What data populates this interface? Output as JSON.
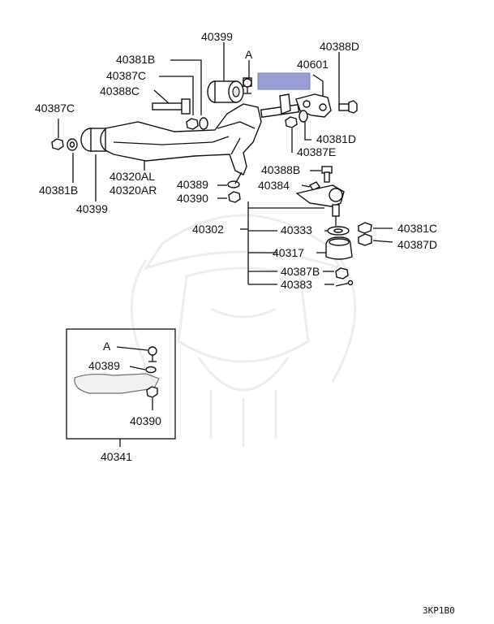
{
  "diagram": {
    "code": "3KP1B0",
    "highlight_color": "#9a9fd3",
    "labels": {
      "p40399_top": "40399",
      "pA_top": "A",
      "p40381B_top": "40381B",
      "p40387C_top": "40387C",
      "p40388C": "40388C",
      "p40388D": "40388D",
      "p40601": "40601",
      "p40387C_left": "40387C",
      "p40381D": "40381D",
      "p40387E": "40387E",
      "p40381B_left": "40381B",
      "p40399_left": "40399",
      "p40320AL": "40320AL",
      "p40320AR": "40320AR",
      "p40389_main": "40389",
      "p40390_main": "40390",
      "p40388B": "40388B",
      "p40384": "40384",
      "p40302": "40302",
      "p40333": "40333",
      "p40381C": "40381C",
      "p40317": "40317",
      "p40387D": "40387D",
      "p40387B": "40387B",
      "p40383": "40383",
      "pA_inset": "A",
      "p40389_inset": "40389",
      "p40390_inset": "40390",
      "p40341": "40341"
    }
  }
}
